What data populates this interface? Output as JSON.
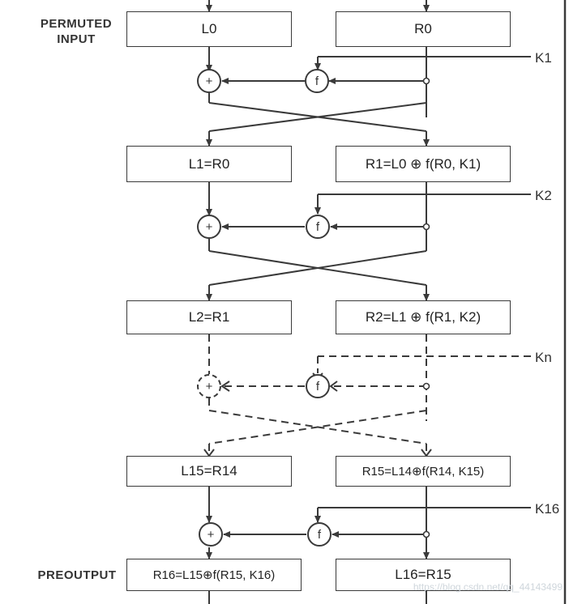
{
  "labels": {
    "permuted_input": "PERMUTED\nINPUT",
    "preoutput": "PREOUTPUT"
  },
  "boxes": {
    "l0": "L0",
    "r0": "R0",
    "l1": "L1=R0",
    "r1": "R1=L0 ⊕ f(R0, K1)",
    "l2": "L2=R1",
    "r2": "R2=L1 ⊕ f(R1, K2)",
    "l15": "L15=R14",
    "r15": "R15=L14⊕f(R14, K15)",
    "r16": "R16=L15⊕f(R15, K16)",
    "l16": "L16=R15"
  },
  "keys": [
    "K1",
    "K2",
    "Kn",
    "K16"
  ],
  "ops": {
    "xor": "+",
    "f": "f"
  },
  "watermark": "https://blog.csdn.net/qq_44143499"
}
